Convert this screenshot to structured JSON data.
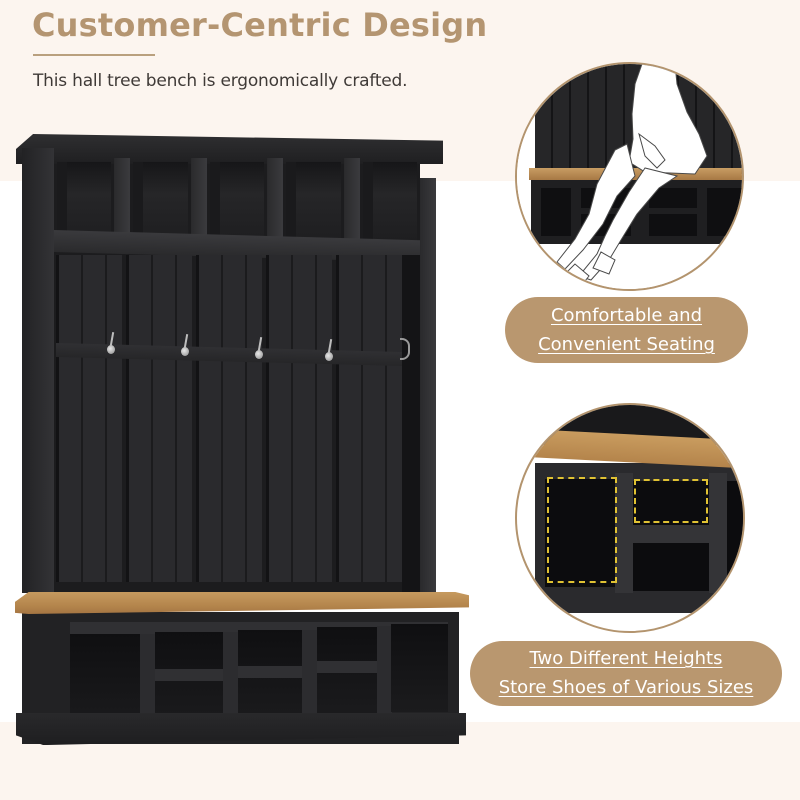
{
  "header": {
    "title": "Customer-Centric Design",
    "subtitle": "This hall tree bench is ergonomically crafted."
  },
  "product": {
    "name": "hall tree bench",
    "color_body": "#222224",
    "color_bench_top": "#b5864d",
    "hooks_count": 5,
    "upper_cubbies": 5,
    "shoe_compartments": 5
  },
  "features": [
    {
      "image": "seating-detail-illustration",
      "label_lines": [
        "Comfortable and",
        "Convenient Seating"
      ]
    },
    {
      "image": "shoe-cubby-detail",
      "label_lines": [
        "Two Different Heights",
        "Store Shoes of Various Sizes"
      ]
    }
  ],
  "colors": {
    "accent": "#b9976f",
    "title": "#b49571",
    "background_band": "#fcf5ef",
    "highlight_dash": "#e0c233"
  }
}
